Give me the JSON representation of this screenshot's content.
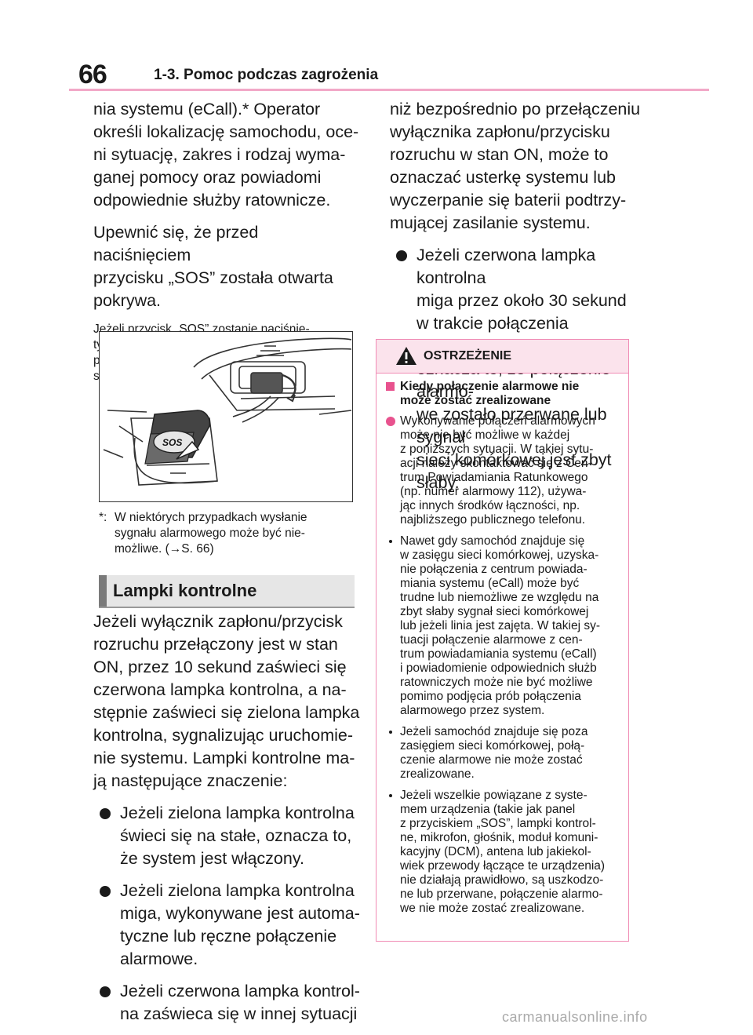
{
  "header": {
    "page_number": "66",
    "section_title": "1-3. Pomoc podczas zagrożenia"
  },
  "left_column": {
    "p1": "nia systemu (eCall).* Operator\nokreśli lokalizację samochodu, oce-\nni sytuację, zakres i rodzaj wyma-\nganej pomocy oraz powiadomi\nodpowiednie służby ratownicze.",
    "p2": "Upewnić się, że przed naciśnięciem\nprzycisku „SOS” została otwarta\npokrywa.",
    "p3_small": "Jeżeli przycisk „SOS” zostanie naciśnię-\nty przypadkowo, należy jak najszybciej\npowiadomić operatora, że nie zaistniała\nsytuacja zagrożenia."
  },
  "figure": {
    "sos_label": "SOS"
  },
  "footnote": {
    "mark": "*:",
    "text": "W niektórych przypadkach wysłanie\nsygnału alarmowego może być nie-\nmożliwe. (→S. 66)"
  },
  "section": {
    "title": "Lampki kontrolne"
  },
  "left_column2": {
    "p1": "Jeżeli wyłącznik zapłonu/przycisk\nrozruchu przełączony jest w stan\nON, przez 10 sekund zaświeci się\nczerwona lampka kontrolna, a na-\nstępnie zaświeci się zielona lampka\nkontrolna, sygnalizując uruchomie-\nnie systemu. Lampki kontrolne ma-\nją następujące znaczenie:",
    "bullets": [
      "Jeżeli zielona lampka kontrolna\nświeci się na stałe, oznacza to,\nże system jest włączony.",
      "Jeżeli zielona lampka kontrolna\nmiga, wykonywane jest automa-\ntyczne lub ręczne połączenie\nalarmowe.",
      "Jeżeli czerwona lampka kontrol-\nna zaświeca się w innej sytuacji"
    ]
  },
  "right_column": {
    "cont": "niż bezpośrednio po przełączeniu\nwyłącznika zapłonu/przycisku\nrozruchu w stan ON, może to\noznaczać usterkę systemu lub\nwyczerpanie się baterii podtrzy-\nmującej zasilanie systemu.",
    "bullet": "Jeżeli czerwona lampka kontrolna\nmiga przez około 30 sekund\nw trakcie połączenia alarmowego,\noznacza to, że połączenie alarmo-\nwe zostało przerwane lub sygnał\nsieci komórkowej jest zbyt słaby."
  },
  "warning": {
    "title": "OSTRZEŻENIE",
    "subtitle": "Kiedy połączenie alarmowe nie\nmoże zostać zrealizowane",
    "primary": "Wykonywanie połączeń alarmowych\nmoże nie być możliwe w każdej\nz poniższych sytuacji. W takiej sytu-\nacji należy skontaktować się z Cen-\ntrum Powiadamiania Ratunkowego\n(np. numer alarmowy 112), używa-\njąc innych środków łączności, np.\nnajbliższego publicznego telefonu.",
    "items": [
      "Nawet gdy samochód znajduje się\nw zasięgu sieci komórkowej, uzyska-\nnie połączenia z centrum powiada-\nmiania systemu (eCall) może być\ntrudne lub niemożliwe ze względu na\nzbyt słaby sygnał sieci komórkowej\nlub jeżeli linia jest zajęta. W takiej sy-\ntuacji połączenie alarmowe z cen-\ntrum powiadamiania systemu (eCall)\ni powiadomienie odpowiednich służb\nratowniczych może nie być możliwe\npomimo podjęcia prób połączenia\nalarmowego przez system.",
      "Jeżeli samochód znajduje się poza\nzasięgiem sieci komórkowej, połą-\nczenie alarmowe nie może zostać\nzrealizowane.",
      "Jeżeli wszelkie powiązane z syste-\nmem urządzenia (takie jak panel\nz przyciskiem „SOS”, lampki kontrol-\nne, mikrofon, głośnik, moduł komuni-\nkacyjny (DCM), antena lub jakiekol-\nwiek przewody łączące te urządzenia)\nnie działają prawidłowo, są uszkodzo-\nne lub przerwane, połączenie alarmo-\nwe nie może zostać zrealizowane."
    ]
  },
  "watermark": "carmanualsonline.info",
  "colors": {
    "accent_pink": "#e8528e",
    "rule_pink": "#f2a8c7",
    "warning_bg": "#fbe3ec"
  }
}
